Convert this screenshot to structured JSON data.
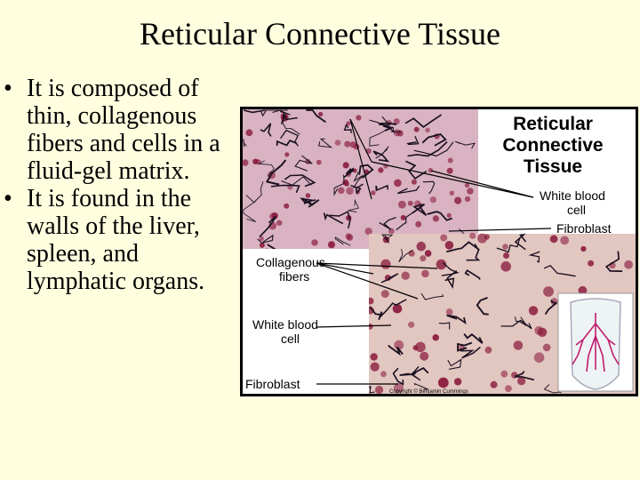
{
  "slide": {
    "title": "Reticular Connective Tissue",
    "bullets": [
      "It is composed of thin, collagenous fibers and cells in a fluid-gel matrix.",
      "It is found in the walls of the liver, spleen, and lymphatic organs."
    ],
    "bullet_symbol": "•"
  },
  "figure": {
    "title_lines": [
      "Reticular",
      "Connective",
      "Tissue"
    ],
    "labels": {
      "wbc_upper_line1": "White blood",
      "wbc_upper_line2": "cell",
      "fibroblast_upper": "Fibroblast",
      "collagenous_line1": "Collagenous",
      "collagenous_line2": "fibers",
      "wbc_lower_line1": "White blood",
      "wbc_lower_line2": "cell",
      "fibroblast_lower": "Fibroblast"
    },
    "copyright": "Copyright © Benjamin Cummings",
    "colors": {
      "background": "#ffffe0",
      "upper_micrograph": "#d9b3c2",
      "lower_micrograph": "#e2c6c0",
      "cell_stain": "#8b1e3f",
      "fiber_stain": "#1a1020"
    }
  }
}
